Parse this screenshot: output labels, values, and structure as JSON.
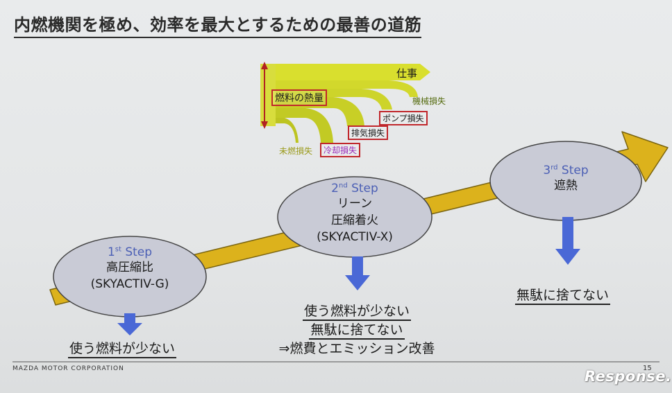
{
  "title": "内燃機関を極め、効率を最大とするための最善の道筋",
  "sankey": {
    "total_label": "燃料の熱量",
    "work_label": "仕事",
    "mechanical_loss": "機械損失",
    "pump_loss": "ポンプ損失",
    "exhaust_loss": "排気損失",
    "cooling_loss": "冷却損失",
    "unburned_loss": "未燃損失"
  },
  "steps": [
    {
      "ordinal": "1",
      "ordinal_suffix": "st",
      "step_word": "Step",
      "lines": [
        "高圧縮比",
        "(SKYACTIV-G)"
      ],
      "results": [
        "使う燃料が少ない"
      ]
    },
    {
      "ordinal": "2",
      "ordinal_suffix": "nd",
      "step_word": "Step",
      "lines": [
        "リーン",
        "圧縮着火",
        "(SKYACTIV-X)"
      ],
      "results": [
        "使う燃料が少ない",
        "無駄に捨てない",
        "⇒燃費とエミッション改善"
      ]
    },
    {
      "ordinal": "3",
      "ordinal_suffix": "rd",
      "step_word": "Step",
      "lines": [
        "遮熱"
      ],
      "results": [
        "無駄に捨てない"
      ]
    }
  ],
  "footer": {
    "company": "MAZDA MOTOR CORPORATION",
    "page": "15"
  },
  "watermark": "Response."
}
